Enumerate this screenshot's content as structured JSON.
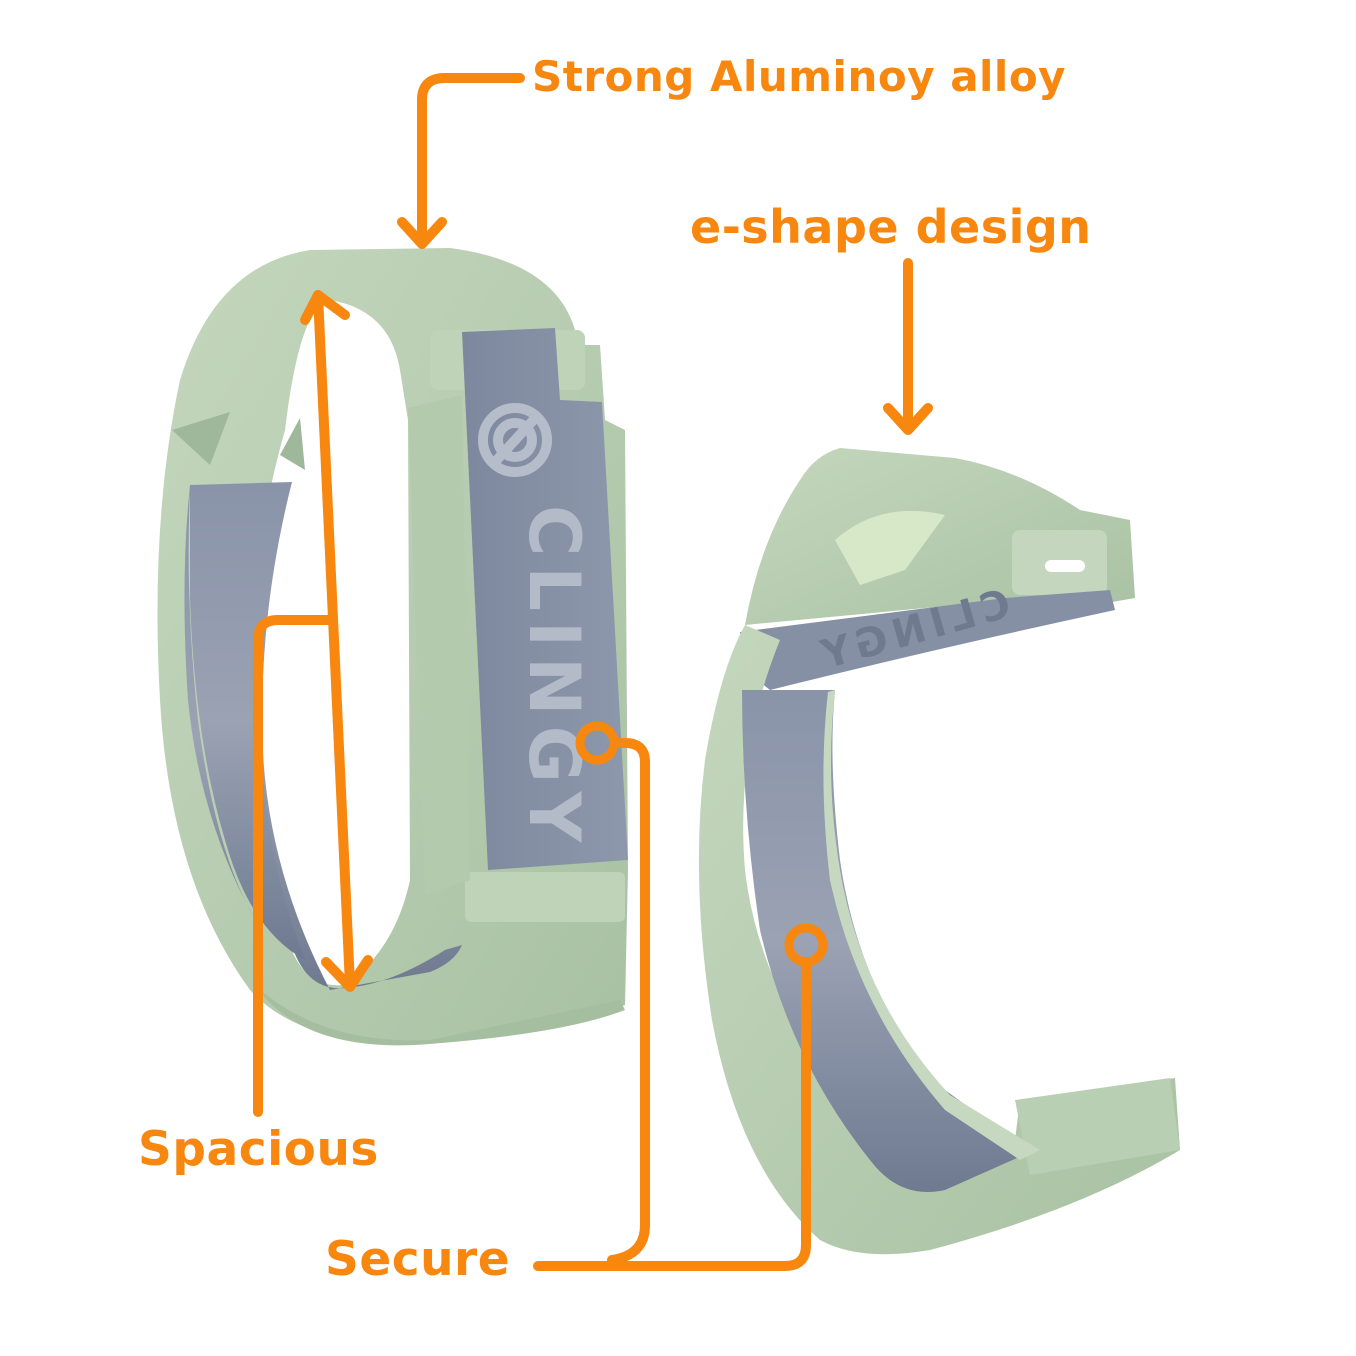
{
  "callouts": {
    "alloy": "Strong Aluminoy alloy",
    "eshape": "e-shape design",
    "spacious": "Spacious",
    "secure": "Secure"
  },
  "product": {
    "brand": "CLINGY"
  },
  "colors": {
    "accent": "#F7870F",
    "shell_green": "#B9CFB3",
    "insert_grey": "#7F8AA0",
    "background": "#FFFFFF"
  }
}
